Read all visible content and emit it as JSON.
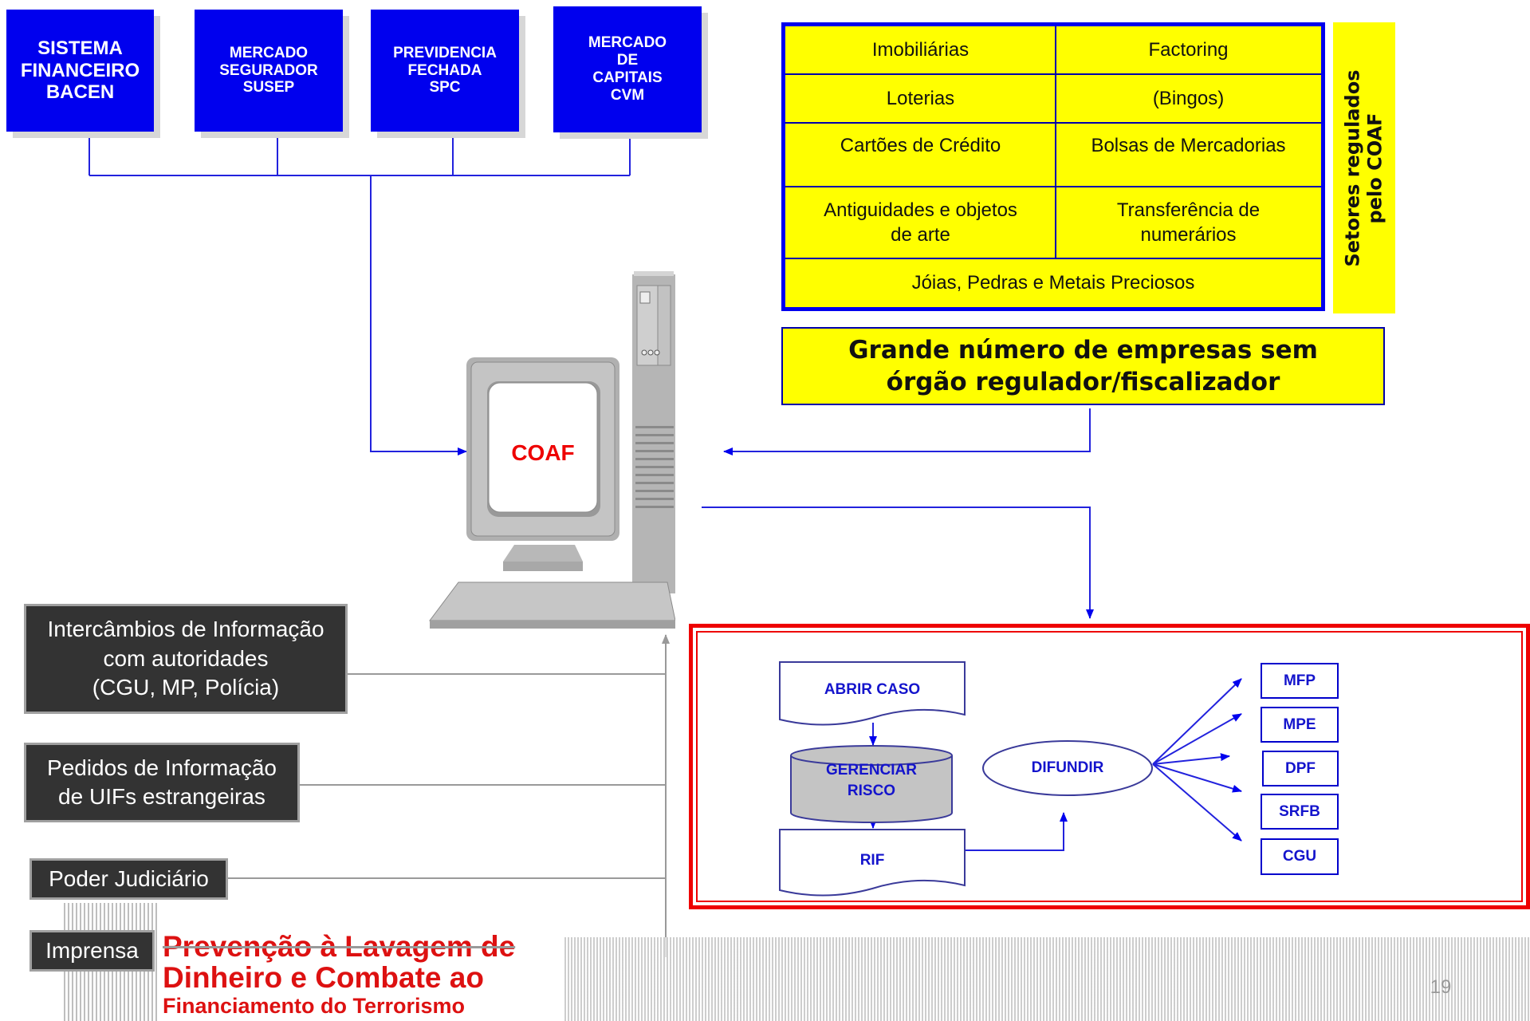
{
  "regulators": [
    {
      "lines": [
        "SISTEMA",
        "FINANCEIRO",
        "BACEN"
      ]
    },
    {
      "lines": [
        "MERCADO",
        "SEGURADOR",
        "SUSEP"
      ]
    },
    {
      "lines": [
        "PREVIDENCIA",
        "FECHADA",
        "SPC"
      ]
    },
    {
      "lines": [
        "MERCADO",
        "DE",
        "CAPITAIS",
        "CVM"
      ]
    }
  ],
  "sectors": {
    "imobiliarias": "Imobiliárias",
    "factoring": "Factoring",
    "loterias": "Loterias",
    "bingos": "(Bingos)",
    "cartoes": "Cartões de Crédito",
    "bolsas": "Bolsas de Mercadorias",
    "antiguidades_1": "Antiguidades e objetos",
    "antiguidades_2": "de arte",
    "transferencia_1": "Transferência de",
    "transferencia_2": "numerários",
    "joias": "Jóias, Pedras e Metais Preciosos"
  },
  "setores_label": {
    "line1": "Setores regulados",
    "line2": "pelo COAF"
  },
  "grande": {
    "line1": "Grande número de empresas sem",
    "line2": "órgão regulador/fiscalizador"
  },
  "coaf_label": "COAF",
  "inputs": {
    "intercambios": [
      "Intercâmbios de Informação",
      "com autoridades",
      "(CGU, MP, Polícia)"
    ],
    "pedidos": [
      "Pedidos de Informação",
      "de UIFs estrangeiras"
    ],
    "judiciario": "Poder Judiciário",
    "imprensa": "Imprensa"
  },
  "flow": {
    "abrir_caso": "ABRIR CASO",
    "gerenciar_1": "GERENCIAR",
    "gerenciar_2": "RISCO",
    "rif": "RIF",
    "difundir": "DIFUNDIR",
    "targets": [
      "MFP",
      "MPE",
      "DPF",
      "SRFB",
      "CGU"
    ]
  },
  "logo": {
    "line1": "Prevenção à Lavagem de",
    "line2": "Dinheiro e Combate ao",
    "line3": "Financiamento do Terrorismo"
  },
  "page_number": "19",
  "colors": {
    "regulator_blue": "#0000ee",
    "sector_yellow": "#ffff00",
    "coaf_red": "#ee0000",
    "logo_red": "#dd1111",
    "input_dark": "#333333"
  }
}
